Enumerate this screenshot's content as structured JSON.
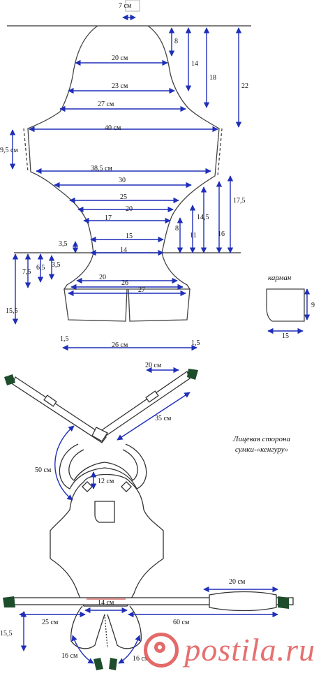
{
  "labels": {
    "neck_top": "7 см",
    "d20_neck": "20 см",
    "d23": "23 см",
    "d27": "27 см",
    "d40": "40 см",
    "d385": "38,5 см",
    "d30": "30",
    "d25": "25",
    "d20_mid": "20",
    "d17": "17",
    "d15": "15",
    "d14": "14",
    "d20_bottom": "20",
    "d26_bottom": "26",
    "d27_bottom": "27",
    "d26_base": "26 см",
    "d1_5_left": "1,5",
    "d1_5_right": "1,5",
    "v8": "8",
    "v14": "14",
    "v18": "18",
    "v22": "22",
    "v9_5": "9,5 см",
    "v17_5": "17,5",
    "v16": "16",
    "v14_5": "14,5",
    "v11": "11",
    "v8_right": "8",
    "v3_5_a": "3,5",
    "v7_5": "7,5",
    "v6_5": "6,5",
    "v3_5_b": "3,5",
    "v15_5": "15,5",
    "pocket_title": "карман",
    "pocket_h": "9",
    "pocket_w": "15",
    "strap_20": "20 см",
    "strap_35": "35 см",
    "loop_50": "50 см",
    "v12": "12 см",
    "belt_20": "20 см",
    "belt_14": "14 см",
    "belt_25": "25 см",
    "belt_60": "60 см",
    "belt_15_5": "15,5",
    "leg_16_left": "16 см",
    "leg_16_right": "16 см"
  },
  "caption": [
    "Лицевая сторона",
    "сумки-«кенгуру»"
  ],
  "watermark": "postila.ru",
  "colors": {
    "arrow": "#1f2fb8",
    "outline": "#333333",
    "accent": "#d9534f",
    "buckle": "#1e4d2b"
  }
}
